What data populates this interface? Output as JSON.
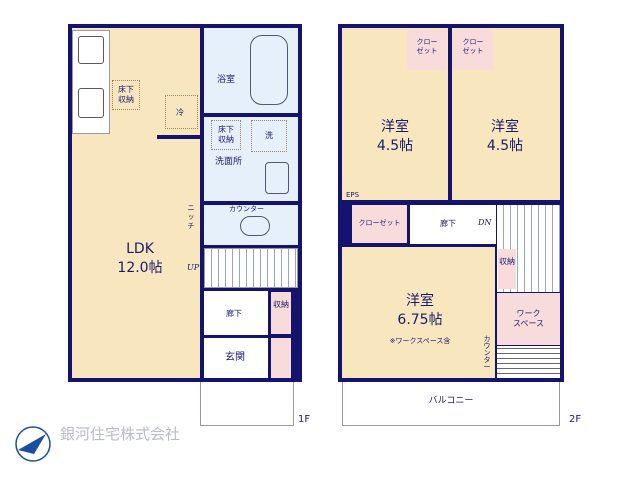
{
  "floor1": {
    "label": "1F",
    "ldk": {
      "name": "LDK",
      "size": "12.0帖"
    },
    "underfloor_storage_ldk": "床下\n収納",
    "fridge": "冷",
    "bath": "浴室",
    "washroom": "洗面所",
    "underfloor_storage_wash": "床下\n収納",
    "washer": "洗",
    "niche": "ニッチ",
    "counter": "カウンター",
    "up": "UP",
    "hallway": "廊下",
    "storage": "収納",
    "entrance": "玄関"
  },
  "floor2": {
    "label": "2F",
    "room_left": {
      "name": "洋室",
      "size": "4.5帖"
    },
    "room_right": {
      "name": "洋室",
      "size": "4.5帖"
    },
    "closet_a": "クロー\nゼット",
    "closet_b": "クロー\nゼット",
    "eps": "EPS",
    "closet_c": "クローゼット",
    "hallway": "廊下",
    "dn": "DN",
    "storage": "収納",
    "room_main": {
      "name": "洋室",
      "size": "6.75帖",
      "note": "※ワークスペース含"
    },
    "work_space": "ワーク\nスペース",
    "counter": "カウンター",
    "balcony": "バルコニー"
  },
  "company": {
    "name": "銀河住宅株式会社"
  },
  "colors": {
    "wall": "#14146e",
    "room": "#f8e6bf",
    "wet": "#e6f0fa",
    "storage": "#f8dcdc"
  }
}
